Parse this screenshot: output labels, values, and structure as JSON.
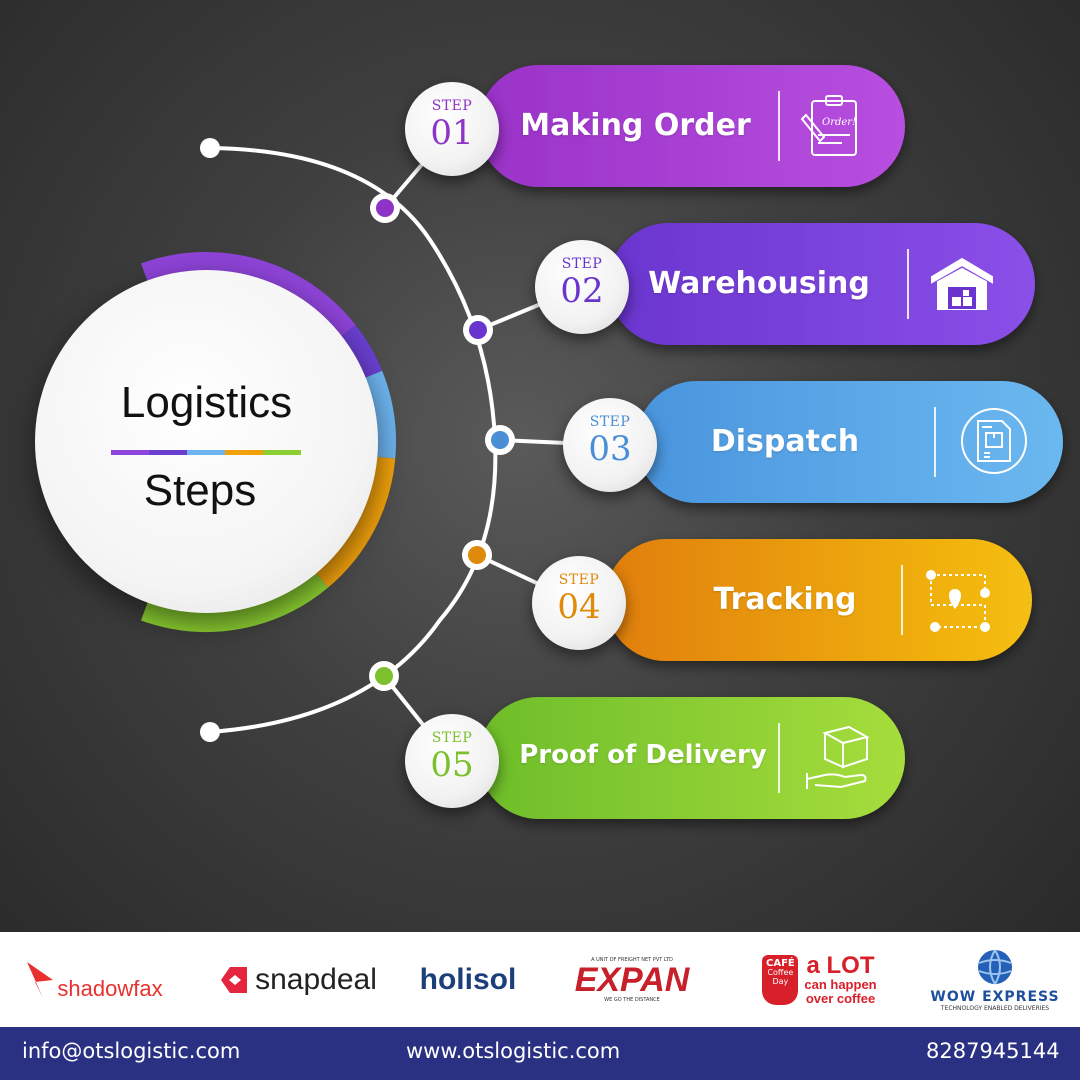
{
  "hub": {
    "title": "Logistics",
    "subtitle": "Steps"
  },
  "step_word": "STEP",
  "steps": [
    {
      "number": "01",
      "label": "Making Order",
      "icon": "order-clipboard-icon",
      "icon_text": "Order!",
      "color_light": "#b84fe0",
      "color_dark": "#9a32c8",
      "badge_color": "#8d34c6"
    },
    {
      "number": "02",
      "label": "Warehousing",
      "icon": "warehouse-icon",
      "color_light": "#8a50e8",
      "color_dark": "#6a35cf",
      "badge_color": "#6a35cf"
    },
    {
      "number": "03",
      "label": "Dispatch",
      "icon": "dispatch-document-icon",
      "color_light": "#6bb8f0",
      "color_dark": "#4a95de",
      "badge_color": "#4a8fd6"
    },
    {
      "number": "04",
      "label": "Tracking",
      "icon": "tracking-route-icon",
      "color_light": "#f5bf12",
      "color_dark": "#e07e08",
      "badge_color": "#e08a0a"
    },
    {
      "number": "05",
      "label": "Proof of Delivery",
      "icon": "delivery-hand-box-icon",
      "color_light": "#a6dd3c",
      "color_dark": "#6dbd2a",
      "badge_color": "#7cc02c"
    }
  ],
  "colors": {
    "hub_ring": [
      "#8e44d8",
      "#6a3fd0",
      "#6db3ee",
      "#f0a10c",
      "#8ccf32"
    ]
  },
  "partners": [
    {
      "name": "shadowfax",
      "icon": "shadowfax-logo-icon"
    },
    {
      "name": "snapdeal",
      "icon": "snapdeal-logo-icon"
    },
    {
      "name": "holisol",
      "icon": "holisol-logo-icon"
    },
    {
      "name": "EXPAN",
      "tagline_top": "A UNIT OF FREIGHT NET PVT LTD",
      "tagline_bottom": "WE GO THE DISTANCE",
      "icon": "expan-logo-icon"
    },
    {
      "name_top": "CAFÉ",
      "name_mid": "Coffee",
      "name_bottom": "Day",
      "slogan_1": "a LOT",
      "slogan_2": "can happen",
      "slogan_3": "over coffee",
      "icon": "ccd-logo-icon"
    },
    {
      "name": "WOW EXPRESS",
      "tagline": "TECHNOLOGY ENABLED DELIVERIES",
      "icon": "globe-icon"
    }
  ],
  "footer": {
    "email": "info@otslogistic.com",
    "website": "www.otslogistic.com",
    "phone": "8287945144"
  }
}
